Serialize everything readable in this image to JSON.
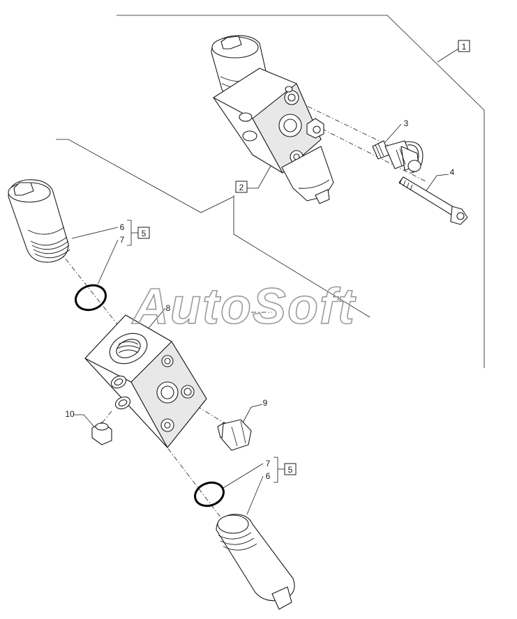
{
  "watermark": "AutoSoft",
  "callouts": {
    "c1": "1",
    "c2": "2",
    "c3": "3",
    "c4": "4",
    "c5a": "5",
    "c5b": "5",
    "c6a": "6",
    "c6b": "6",
    "c7a": "7",
    "c7b": "7",
    "c8": "8",
    "c9": "9",
    "c10": "10"
  }
}
